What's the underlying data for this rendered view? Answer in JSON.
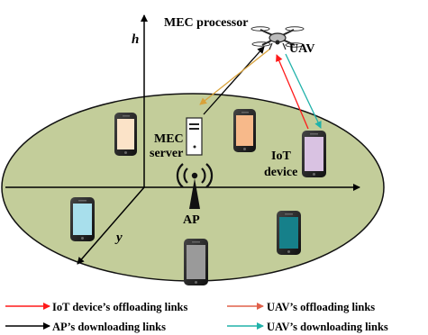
{
  "labels": {
    "mec_processor": "MEC processor",
    "uav": "UAV",
    "mec_server_line1": "MEC",
    "mec_server_line2": "server",
    "iot_device_line1": "IoT",
    "iot_device_line2": "device",
    "ap": "AP",
    "axis_h": "h",
    "axis_y": "y"
  },
  "legend": [
    {
      "key": "iot-offloading",
      "label": "IoT device’s offloading links",
      "color": "#ff1a1a"
    },
    {
      "key": "uav-offloading",
      "label": "UAV’s offloading links",
      "color": "#e0604a"
    },
    {
      "key": "ap-downloading",
      "label": "AP’s downloading links",
      "color": "#000000"
    },
    {
      "key": "uav-downloading",
      "label": "UAV’s downloading links",
      "color": "#20b2aa"
    }
  ],
  "colors": {
    "ground": "#c3cd9a",
    "ground_stroke": "#111111",
    "link_iot_offloading": "#ff1a1a",
    "link_uav_offloading": "#d9a23a",
    "link_ap_downloading": "#000000",
    "link_uav_downloading": "#20b2aa"
  },
  "devices": [
    {
      "name": "phone-top-left",
      "screen": "#fbe3c8"
    },
    {
      "name": "phone-top-right",
      "screen": "#f7b98a"
    },
    {
      "name": "phone-iot",
      "screen": "#d9c2e2"
    },
    {
      "name": "phone-left",
      "screen": "#a8dfec"
    },
    {
      "name": "phone-bottom",
      "screen": "#9a9a9a"
    },
    {
      "name": "phone-right",
      "screen": "#16808a"
    }
  ]
}
